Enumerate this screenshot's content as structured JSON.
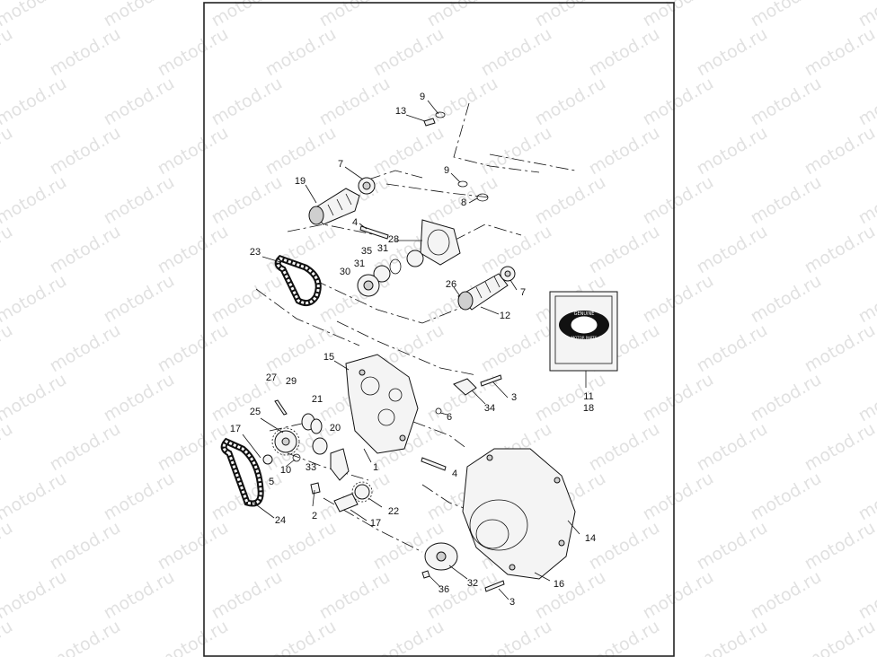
{
  "watermark": "motod.ru",
  "kit_box": {
    "badge_line1": "GENUINE",
    "badge_line2": "MOTOR PARTS"
  },
  "callouts": [
    {
      "id": "c9a",
      "text": "9"
    },
    {
      "id": "c13",
      "text": "13"
    },
    {
      "id": "c7a",
      "text": "7"
    },
    {
      "id": "c19",
      "text": "19"
    },
    {
      "id": "c9b",
      "text": "9"
    },
    {
      "id": "c8",
      "text": "8"
    },
    {
      "id": "c4a",
      "text": "4"
    },
    {
      "id": "c28",
      "text": "28"
    },
    {
      "id": "c35",
      "text": "35"
    },
    {
      "id": "c31a",
      "text": "31"
    },
    {
      "id": "c31b",
      "text": "31"
    },
    {
      "id": "c30",
      "text": "30"
    },
    {
      "id": "c23",
      "text": "23"
    },
    {
      "id": "c26",
      "text": "26"
    },
    {
      "id": "c7b",
      "text": "7"
    },
    {
      "id": "c12",
      "text": "12"
    },
    {
      "id": "c11",
      "text": "11"
    },
    {
      "id": "c18",
      "text": "18"
    },
    {
      "id": "c15",
      "text": "15"
    },
    {
      "id": "c27",
      "text": "27"
    },
    {
      "id": "c29",
      "text": "29"
    },
    {
      "id": "c21",
      "text": "21"
    },
    {
      "id": "c3a",
      "text": "3"
    },
    {
      "id": "c34",
      "text": "34"
    },
    {
      "id": "c6",
      "text": "6"
    },
    {
      "id": "c25",
      "text": "25"
    },
    {
      "id": "c20",
      "text": "20"
    },
    {
      "id": "c17a",
      "text": "17"
    },
    {
      "id": "c10",
      "text": "10"
    },
    {
      "id": "c33",
      "text": "33"
    },
    {
      "id": "c1",
      "text": "1"
    },
    {
      "id": "c4b",
      "text": "4"
    },
    {
      "id": "c5",
      "text": "5"
    },
    {
      "id": "c2",
      "text": "2"
    },
    {
      "id": "c22",
      "text": "22"
    },
    {
      "id": "c17b",
      "text": "17"
    },
    {
      "id": "c24",
      "text": "24"
    },
    {
      "id": "c14",
      "text": "14"
    },
    {
      "id": "c36",
      "text": "36"
    },
    {
      "id": "c32",
      "text": "32"
    },
    {
      "id": "c16",
      "text": "16"
    },
    {
      "id": "c3b",
      "text": "3"
    }
  ]
}
